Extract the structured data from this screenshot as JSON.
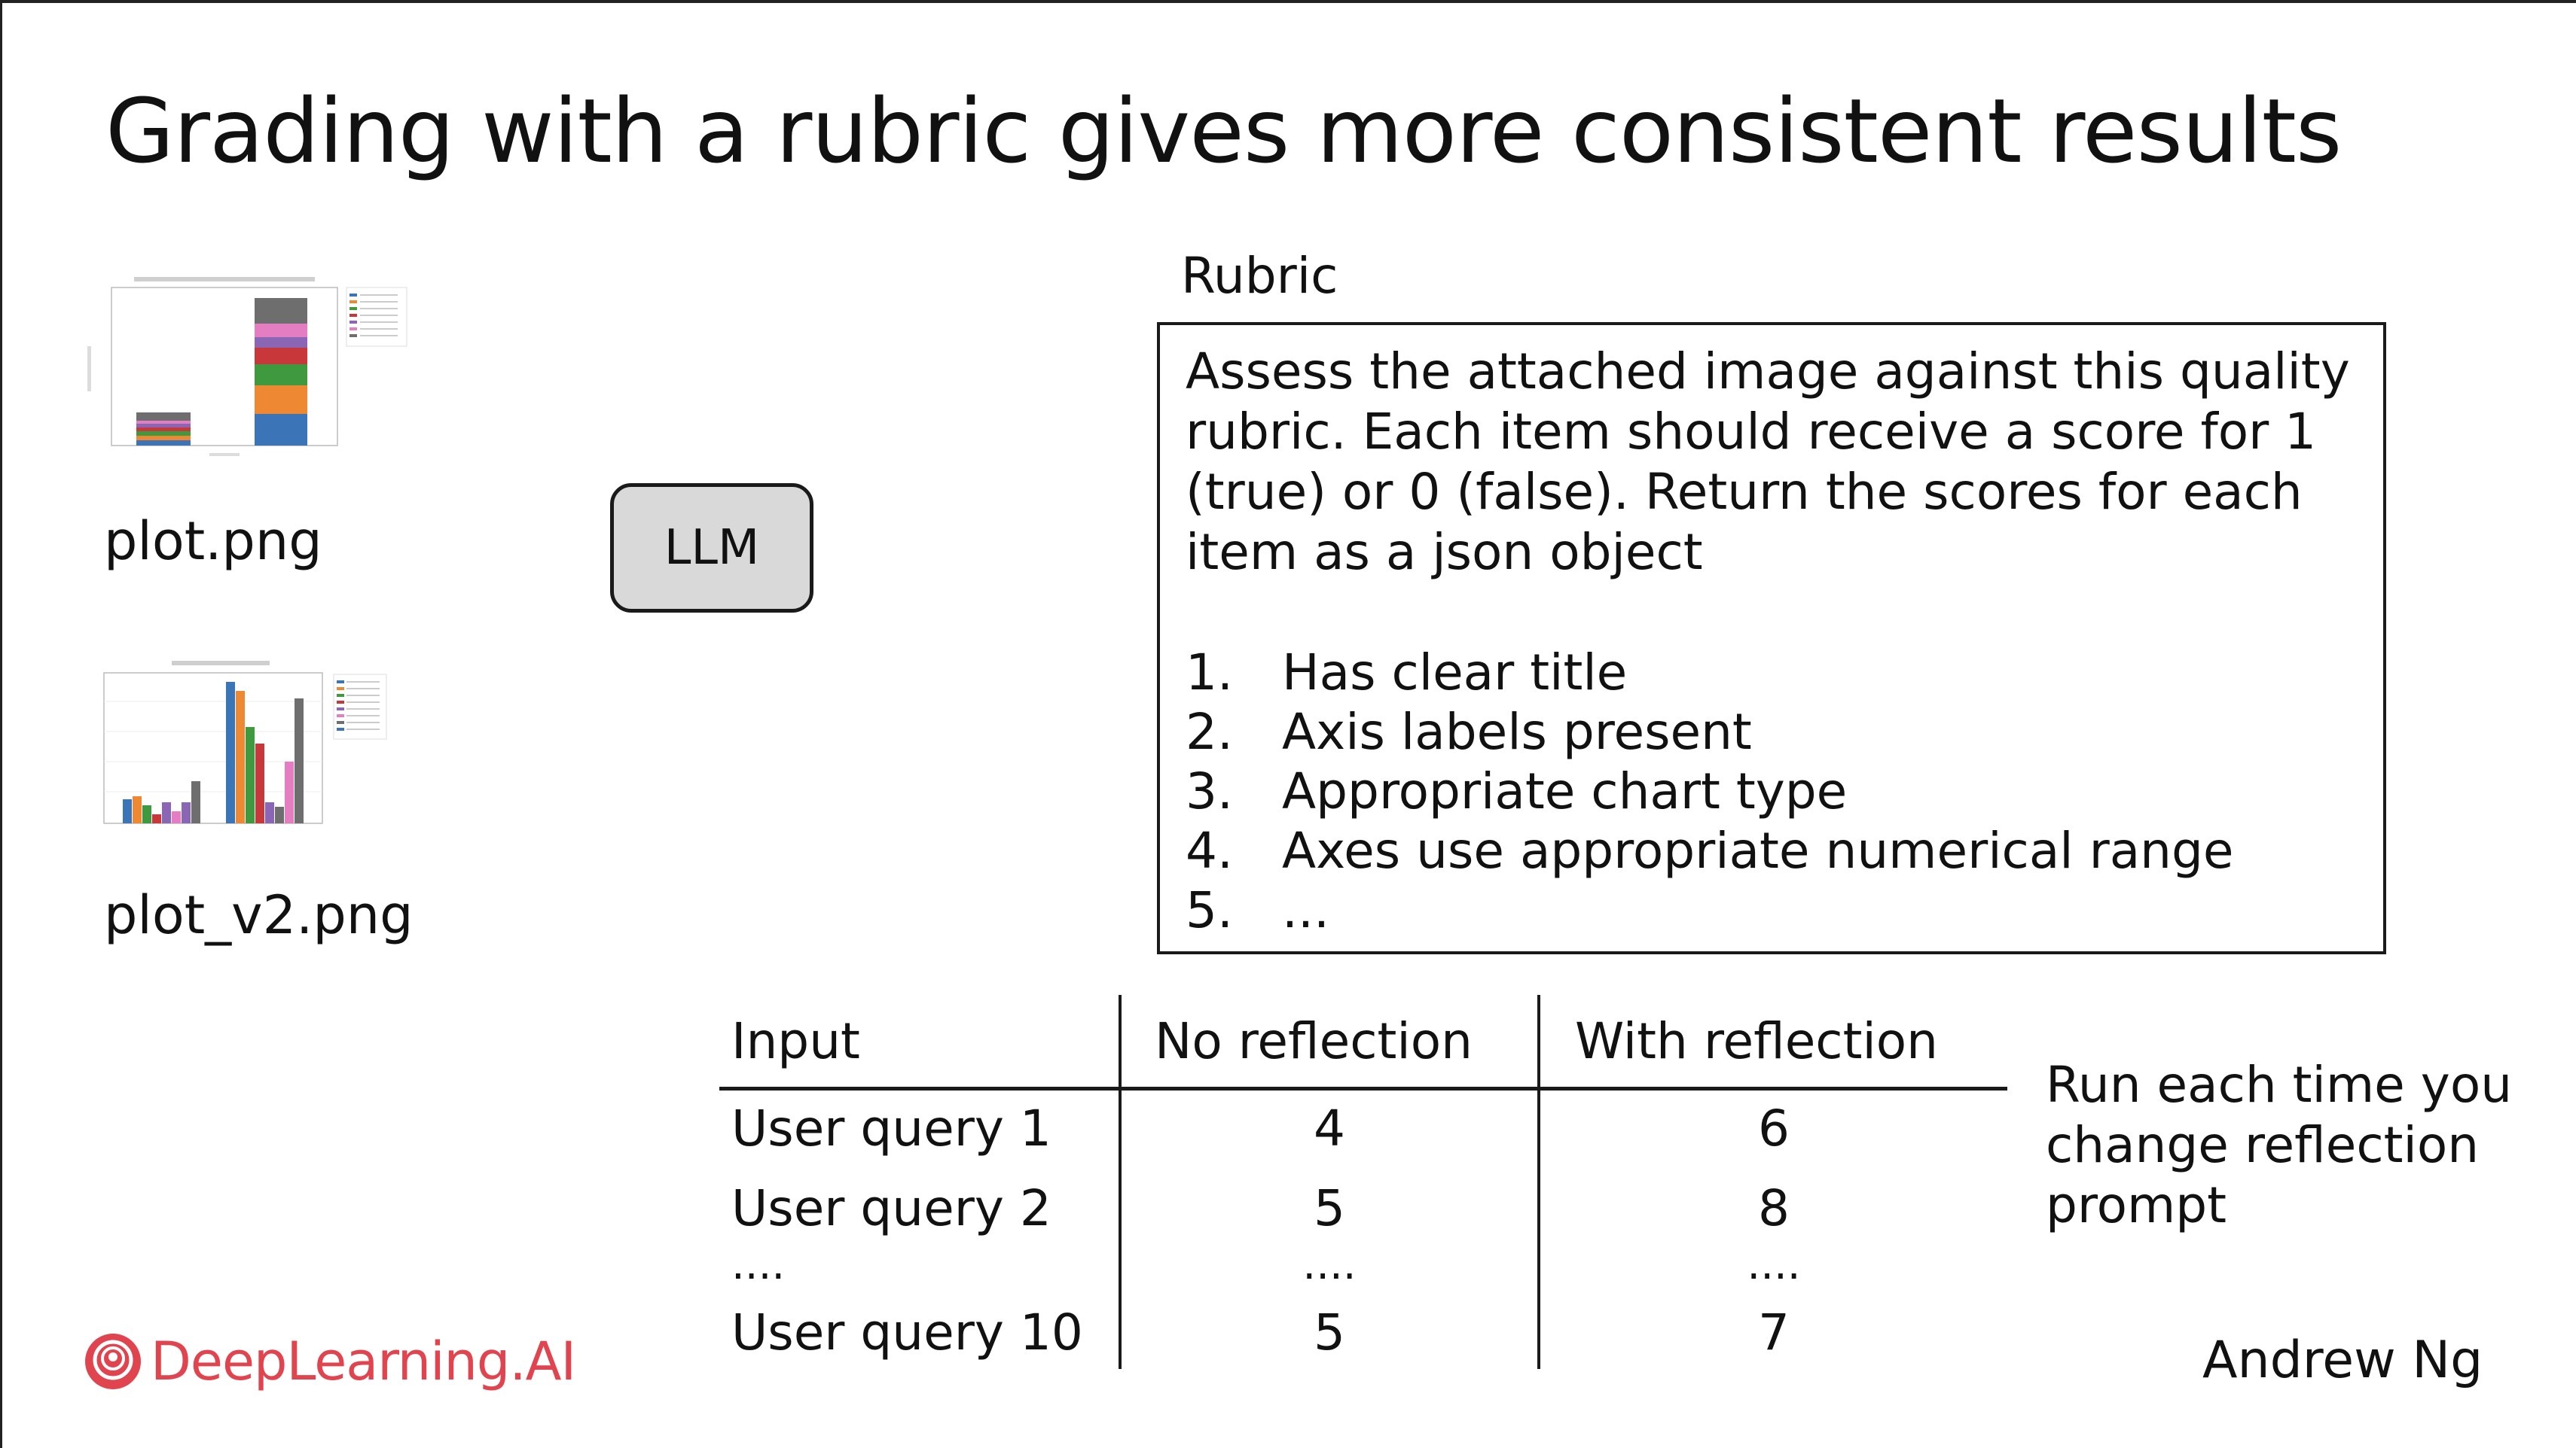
{
  "slide": {
    "title": "Grading with a rubric gives more consistent results",
    "files": [
      "plot.png",
      "plot_v2.png"
    ],
    "llm_label": "LLM",
    "rubric": {
      "heading": "Rubric",
      "intro": "Assess the attached image against this quality rubric. Each item should receive a score for 1 (true) or 0 (false). Return the scores for each item as a json object",
      "items": [
        {
          "num": "1.",
          "text": "Has clear title"
        },
        {
          "num": "2.",
          "text": "Axis labels present"
        },
        {
          "num": "3.",
          "text": "Appropriate chart type"
        },
        {
          "num": "4.",
          "text": "Axes use appropriate numerical range"
        },
        {
          "num": "5.",
          "text": "..."
        }
      ]
    },
    "table": {
      "headers": [
        "Input",
        "No reflection",
        "With reflection"
      ],
      "rows": [
        [
          "User query 1",
          "4",
          "6"
        ],
        [
          "User query 2",
          "5",
          "8"
        ],
        [
          "....",
          "....",
          "...."
        ],
        [
          "User query 10",
          "5",
          "7"
        ]
      ]
    },
    "note": "Run each time you change reflection prompt",
    "brand": "DeepLearning.AI",
    "author": "Andrew Ng",
    "colors": {
      "brand": "#e0454f",
      "llm_box": "#d9d9d9"
    }
  }
}
